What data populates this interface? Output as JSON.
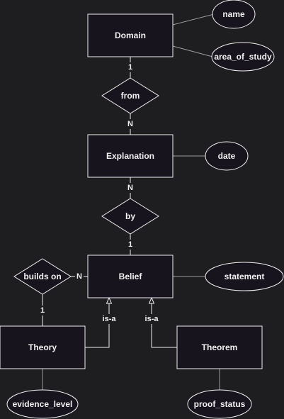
{
  "entities": {
    "domain": "Domain",
    "explanation": "Explanation",
    "belief": "Belief",
    "theory": "Theory",
    "theorem": "Theorem"
  },
  "attributes": {
    "name": "name",
    "area_of_study": "area_of_study",
    "date": "date",
    "statement": "statement",
    "evidence_level": "evidence_level",
    "proof_status": "proof_status"
  },
  "relationships": {
    "from": "from",
    "by": "by",
    "builds_on": "builds on"
  },
  "cardinalities": {
    "domain_from": "1",
    "from_explanation": "N",
    "explanation_by": "N",
    "by_belief": "1",
    "builds_on_belief": "N",
    "builds_on_theory": "1"
  },
  "inheritance": {
    "theory_label": "is-a",
    "theorem_label": "is-a"
  }
}
